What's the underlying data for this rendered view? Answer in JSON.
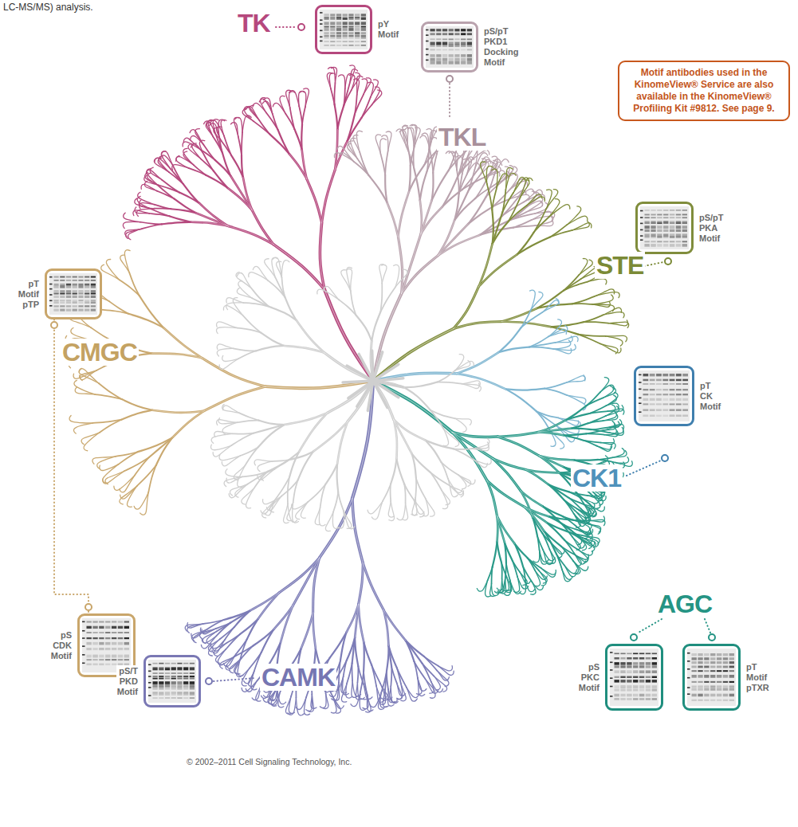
{
  "diagram": {
    "nodes": [
      {
        "text": [
          "pY Motif"
        ]
      },
      {
        "text": [
          "pS/pT PKD1 Docking Motif"
        ]
      },
      {
        "text": [
          "Motif antibodies used in the KinomeView® Service are also available in the KinomeView® Profiling Kit #9812. See page 9."
        ]
      },
      {
        "text": [
          "pS/pT PKA Motif"
        ]
      },
      {
        "text": [
          "pT Motif pTP"
        ]
      },
      {
        "text": [
          "pT CK Motif"
        ]
      },
      {
        "text": [
          "pS CDK Motif"
        ]
      },
      {
        "text": [
          "pS PKC Motif"
        ]
      },
      {
        "text": [
          "pT Motif pTXR"
        ]
      },
      {
        "text": [
          "pS/T PKD Motif"
        ]
      }
    ],
    "edges": [
      {
        "from": 4,
        "to": 6,
        "arrow": "none"
      }
    ],
    "labels": [
      "LC-MS/MS) analysis.",
      "TK",
      "TKL",
      "STE",
      "CK1",
      "AGC",
      "CAMK",
      "CMGC",
      "© 2002–2011 Cell Signaling Technology, Inc."
    ]
  }
}
